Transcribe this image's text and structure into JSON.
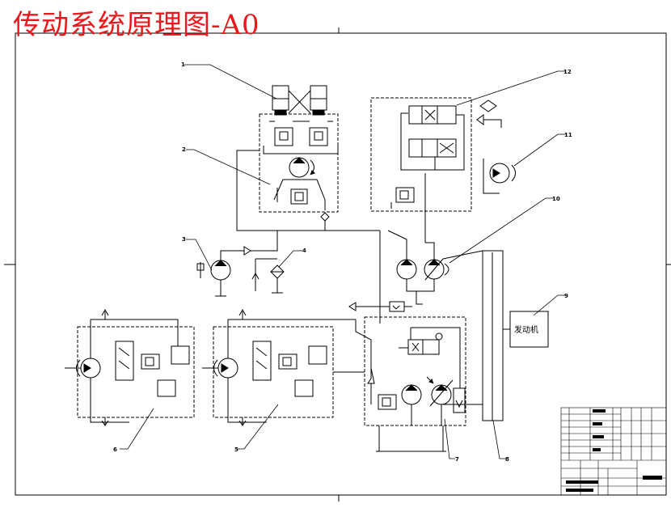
{
  "title": "传动系统原理图-A0",
  "engine_label": "发动机",
  "part_numbers": [
    "1",
    "2",
    "3",
    "4",
    "5",
    "6",
    "7",
    "8",
    "9",
    "10",
    "11",
    "12"
  ],
  "colors": {
    "title": "#e8191c",
    "ink": "#000000"
  }
}
